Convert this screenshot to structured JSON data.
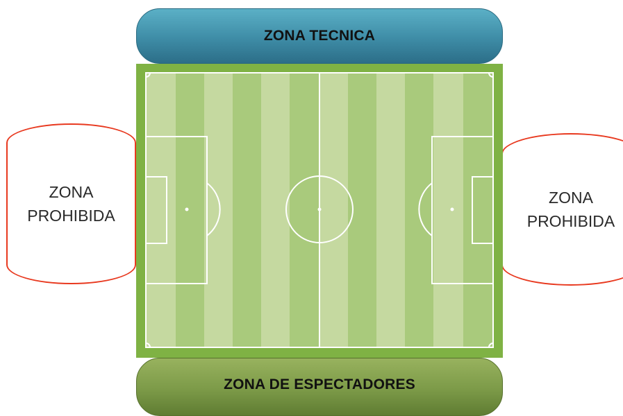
{
  "zones": {
    "top_label": "ZONA TECNICA",
    "bottom_label": "ZONA DE ESPECTADORES",
    "left_line1": "ZONA",
    "left_line2": "PROHIBIDA",
    "right_line1": "ZONA",
    "right_line2": "PROHIBIDA"
  },
  "colors": {
    "pitch_border": "#7fb244",
    "stripe_light": "#c5d9a0",
    "stripe_dark": "#a9ca7c",
    "lines": "#ffffff",
    "prohibited_border": "#e8391f",
    "technical_zone": "#3e8ca6",
    "spectator_zone": "#7c9a48"
  }
}
